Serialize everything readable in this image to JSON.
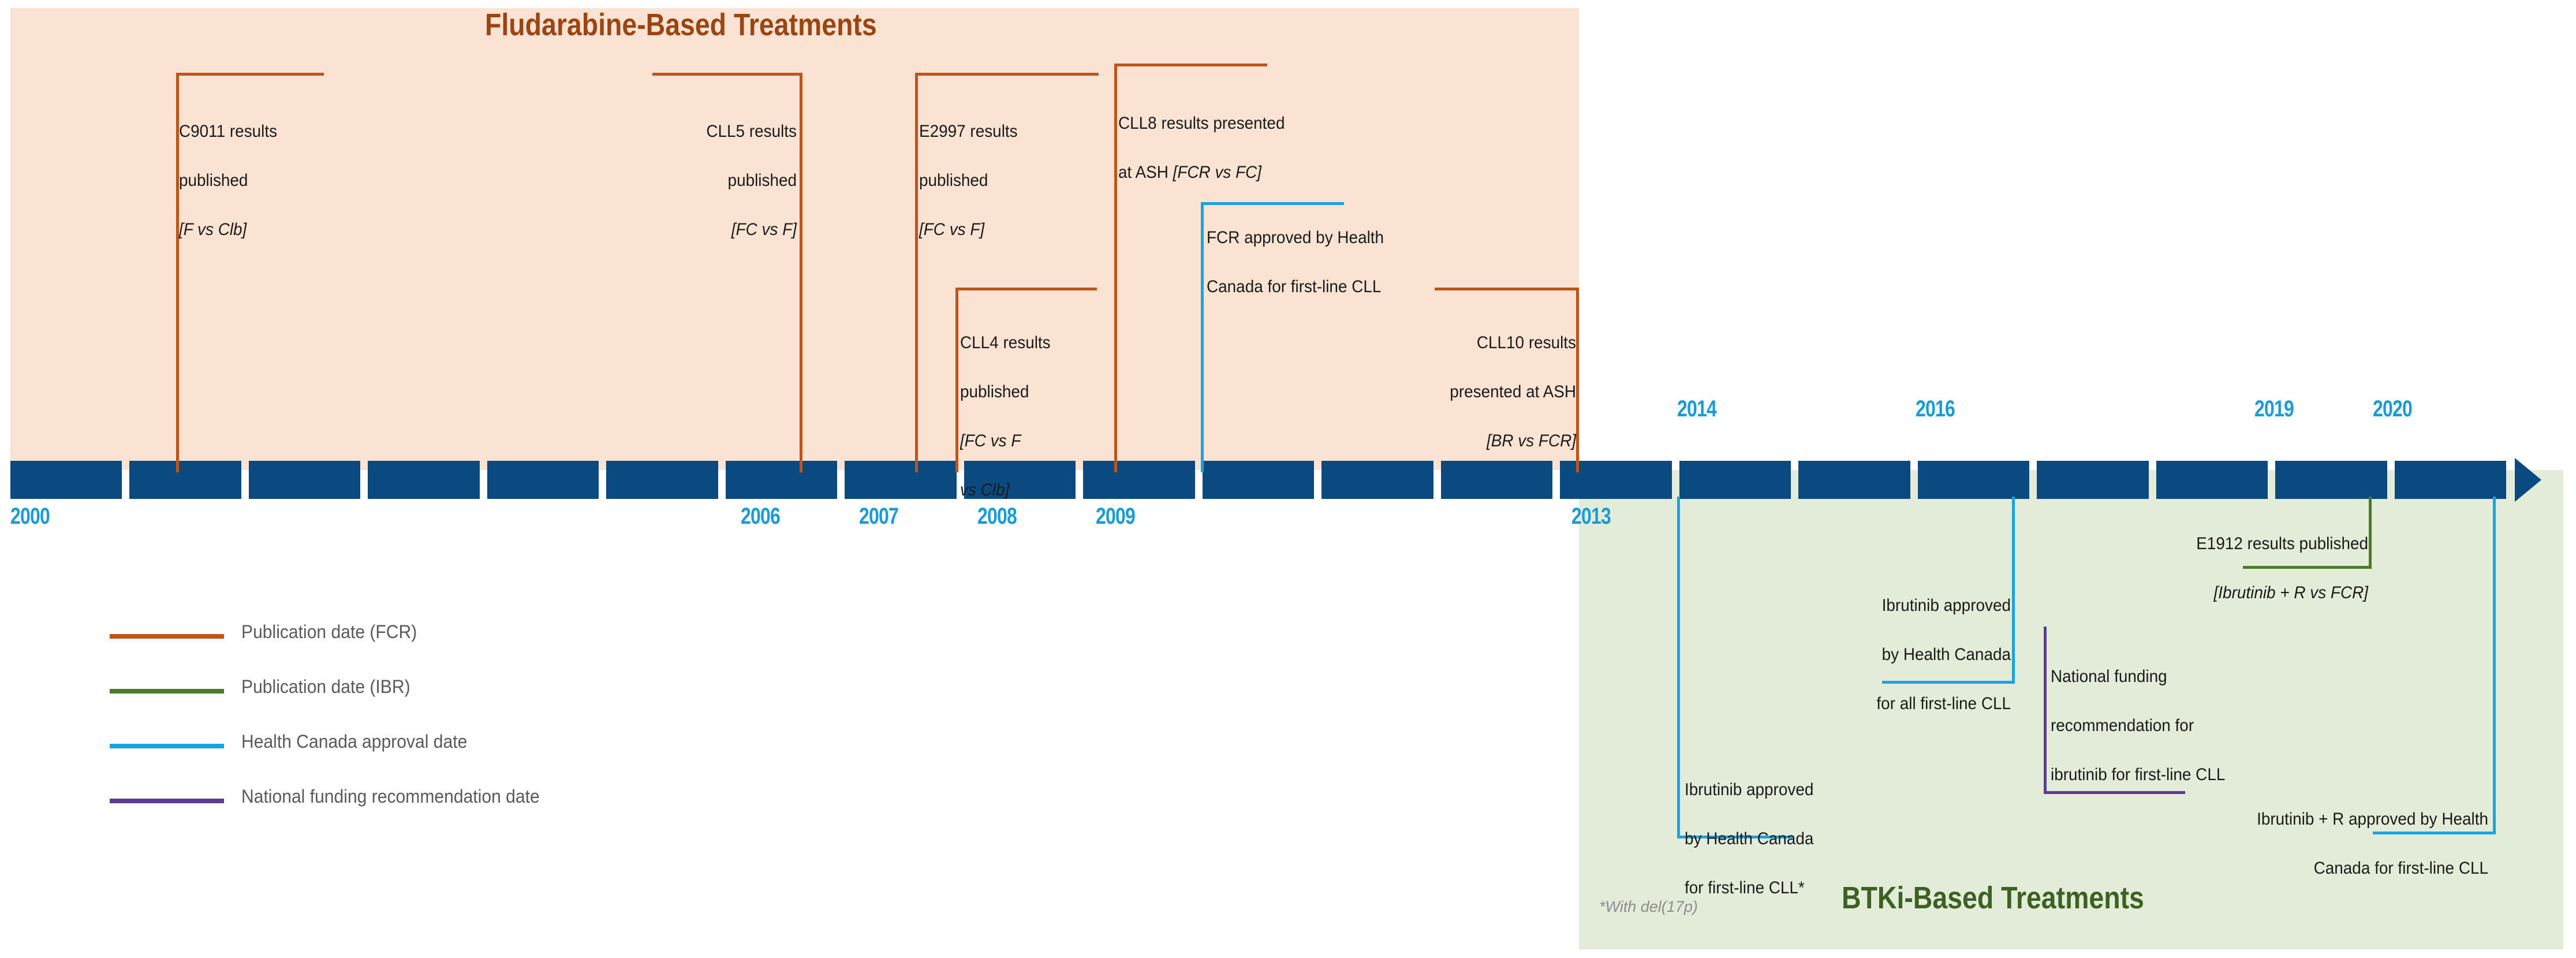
{
  "eras": {
    "fludarabine": {
      "title": "Fludarabine-Based Treatments",
      "color": "#9c4412",
      "panel_color": "#fbe3d4"
    },
    "btki": {
      "title": "BTKi-Based Treatments",
      "color": "#3c6123",
      "panel_color": "#e3ecd8"
    }
  },
  "timeline": {
    "bar_color": "#0b4a80",
    "tick_color": "#e6e6e6",
    "years_below": [
      "2000",
      "2006",
      "2007",
      "2008",
      "2009",
      "2013"
    ],
    "years_above": [
      "2014",
      "2016",
      "2019",
      "2020"
    ]
  },
  "legend": {
    "items": [
      {
        "label": "Publication date (FCR)",
        "color": "#c05317"
      },
      {
        "label": "Publication date (IBR)",
        "color": "#4d7a2a"
      },
      {
        "label": "Health Canada approval date",
        "color": "#19a3e0"
      },
      {
        "label": "National funding recommendation date",
        "color": "#5b3c92"
      }
    ]
  },
  "footnote": "*With del(17p)",
  "events": {
    "c9011": {
      "line1": "C9011 results",
      "line2": "published",
      "line3": "[F vs Clb]",
      "category": "Publication date (FCR)",
      "year": "2000"
    },
    "cll5": {
      "line1": "CLL5 results",
      "line2": "published",
      "line3": "[FC vs F]",
      "category": "Publication date (FCR)",
      "year": "2006"
    },
    "e2997": {
      "line1": "E2997 results",
      "line2": "published",
      "line3": "[FC vs F]",
      "category": "Publication date (FCR)",
      "year": "2007"
    },
    "cll8": {
      "line1": "CLL8 results presented",
      "line2": "at ASH ",
      "line3": "[FCR vs FC]",
      "category": "Publication date (FCR)",
      "year": "2009"
    },
    "fcr_hc": {
      "line1": "FCR approved by Health",
      "line2": "Canada for first-line CLL",
      "category": "Health Canada approval date",
      "year": "2009"
    },
    "cll4": {
      "line1": "CLL4 results",
      "line2": "published",
      "line3": "[FC vs F",
      "line4": "vs Clb]",
      "category": "Publication date (FCR)",
      "year": "2007"
    },
    "cll10": {
      "line1": "CLL10 results",
      "line2": "presented at ASH",
      "line3": "[BR vs FCR]",
      "category": "Publication date (FCR)",
      "year": "2013"
    },
    "ibr_all": {
      "line1": "Ibrutinib approved",
      "line2": "by Health Canada",
      "line3": "for all first-line CLL",
      "category": "Health Canada approval date",
      "year": "2016"
    },
    "ibr_17p": {
      "line1": "Ibrutinib approved",
      "line2": "by Health Canada",
      "line3": "for first-line CLL*",
      "category": "Health Canada approval date",
      "year": "2014"
    },
    "e1912": {
      "line1": "E1912 results published",
      "line2": "[Ibrutinib + R vs FCR]",
      "category": "Publication date (IBR)",
      "year": "2019"
    },
    "nfr_ibr": {
      "line1": "National funding",
      "line2": "recommendation for",
      "line3": "ibrutinib for first-line CLL",
      "category": "National funding recommendation date",
      "year": "2016"
    },
    "ibr_r_hc": {
      "line1": "Ibrutinib + R approved by Health",
      "line2": "Canada for first-line CLL",
      "category": "Health Canada approval date",
      "year": "2020"
    }
  }
}
